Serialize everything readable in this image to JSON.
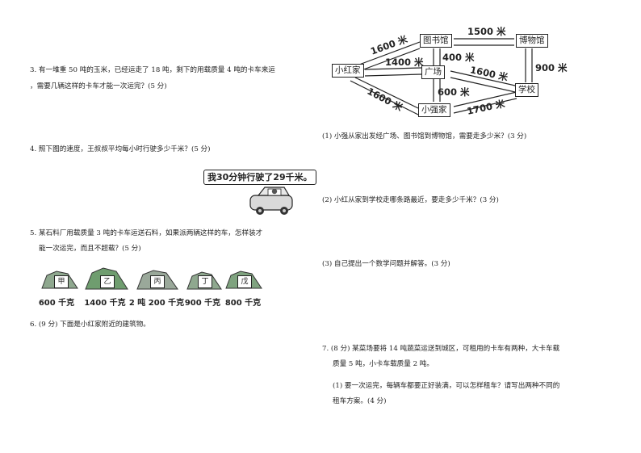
{
  "left": {
    "q3": {
      "line1": "3. 有一堆重 50 吨的玉米，已经运走了 18 吨，剩下的用载质量 4 吨的卡车来运",
      "line2": "，需要几辆这样的卡车才能一次运完？(5 分)"
    },
    "q4": {
      "text": "4. 照下图的速度，王叔叔平均每小时行驶多少千米？(5 分)",
      "bubble": "我30分钟行驶了29千米。"
    },
    "q5": {
      "line1": "5. 某石料厂用载质量 3 吨的卡车运送石料，如果派两辆这样的车，怎样装才",
      "line2": "能一次运完，而且不超载？(5 分)",
      "rocks": [
        {
          "tag": "甲",
          "weight": "600 千克"
        },
        {
          "tag": "乙",
          "weight": "1400 千克"
        },
        {
          "tag": "丙",
          "weight": "2 吨 200 千克"
        },
        {
          "tag": "丁",
          "weight": "900 千克"
        },
        {
          "tag": "戊",
          "weight": "800 千克"
        }
      ]
    },
    "q6": {
      "text": "6. (9 分) 下面是小红家附近的建筑物。"
    }
  },
  "map": {
    "nodes": {
      "xiaohong": "小红家",
      "library": "图书馆",
      "museum": "博物馆",
      "square": "广场",
      "school": "学校",
      "xiaoqiang": "小强家"
    },
    "distances": {
      "xiaohong_library": "1600 米",
      "library_museum": "1500 米",
      "xiaohong_square": "1400 米",
      "library_square": "400 米",
      "museum_school": "900 米",
      "square_school": "1600 米",
      "square_xiaoqiang": "600 米",
      "xiaohong_xiaoqiang": "1600 米",
      "xiaoqiang_school": "1700 米"
    }
  },
  "right": {
    "q6_1": "(1) 小强从家出发经广场、图书馆到博物馆，需要走多少米？(3 分)",
    "q6_2": "(2) 小红从家到学校走哪条路最近，要走多少千米？(3 分)",
    "q6_3": "(3) 自己提出一个数学问题并解答。(3 分)",
    "q7": {
      "line1": "7. (8 分) 某菜场要将 14 吨蔬菜运送到城区，可租用的卡车有两种，大卡车载",
      "line2": "质量 5 吨，小卡车载质量 2 吨。",
      "sub1_line1": "(1) 要一次运完，每辆车都要正好装满，可以怎样租车？请写出两种不同的",
      "sub1_line2": "租车方案。(4 分)"
    }
  }
}
